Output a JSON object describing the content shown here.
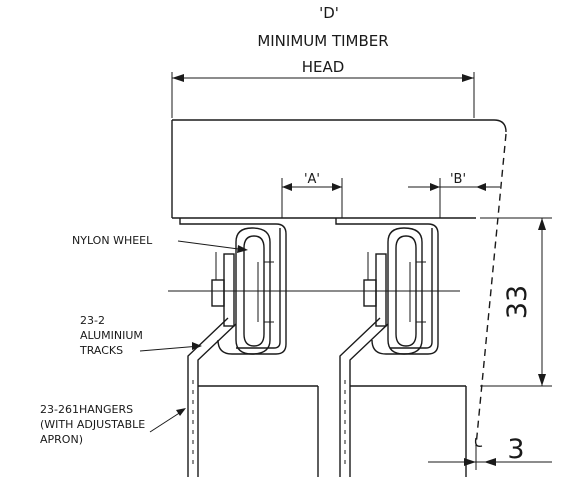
{
  "heading": {
    "line1": "'D'",
    "line2": "MINIMUM TIMBER",
    "line3": "HEAD"
  },
  "dimensions": {
    "a": "'A'",
    "b": "'B'",
    "height": "33",
    "offset": "3"
  },
  "callouts": {
    "nylon_wheel": "NYLON WHEEL",
    "tracks_line1": "23-2",
    "tracks_line2": "ALUMINIUM",
    "tracks_line3": "TRACKS",
    "hangers_line1": "23-261HANGERS",
    "hangers_line2": "(WITH ADJUSTABLE",
    "hangers_line3": "APRON)"
  }
}
